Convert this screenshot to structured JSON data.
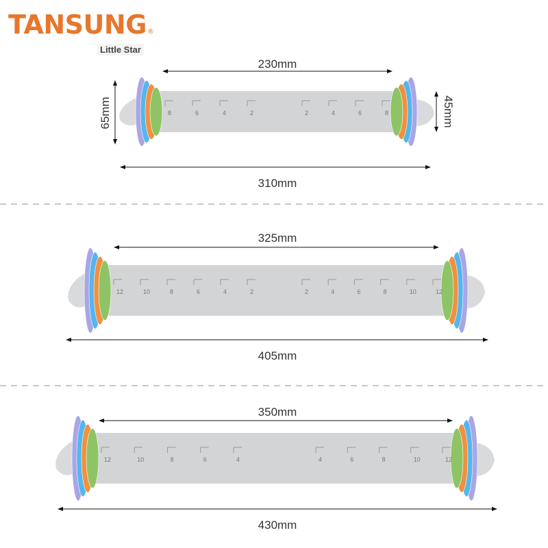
{
  "brand": {
    "name": "TANSUNG",
    "registered": "®",
    "sub": "Little Star"
  },
  "colors": {
    "brand": "#e8762c",
    "body": "#d3d4d6",
    "ring_purple": "#a9a6e6",
    "ring_blue": "#55b6ee",
    "ring_orange": "#f0913f",
    "ring_green": "#8fc466"
  },
  "pins": [
    {
      "inner_length": "230mm",
      "total_length": "310mm",
      "ring_diameter": "65mm",
      "body_diameter": "45mm",
      "scale_left": [
        "8",
        "6",
        "4",
        "2"
      ],
      "scale_right": [
        "2",
        "4",
        "6",
        "8"
      ]
    },
    {
      "inner_length": "325mm",
      "total_length": "405mm",
      "scale_left": [
        "12",
        "10",
        "8",
        "6",
        "4",
        "2"
      ],
      "scale_right": [
        "2",
        "4",
        "6",
        "8",
        "10",
        "12"
      ]
    },
    {
      "inner_length": "350mm",
      "total_length": "430mm",
      "scale_left": [
        "12",
        "10",
        "8",
        "6",
        "4"
      ],
      "scale_right": [
        "4",
        "6",
        "8",
        "10",
        "12"
      ]
    }
  ]
}
